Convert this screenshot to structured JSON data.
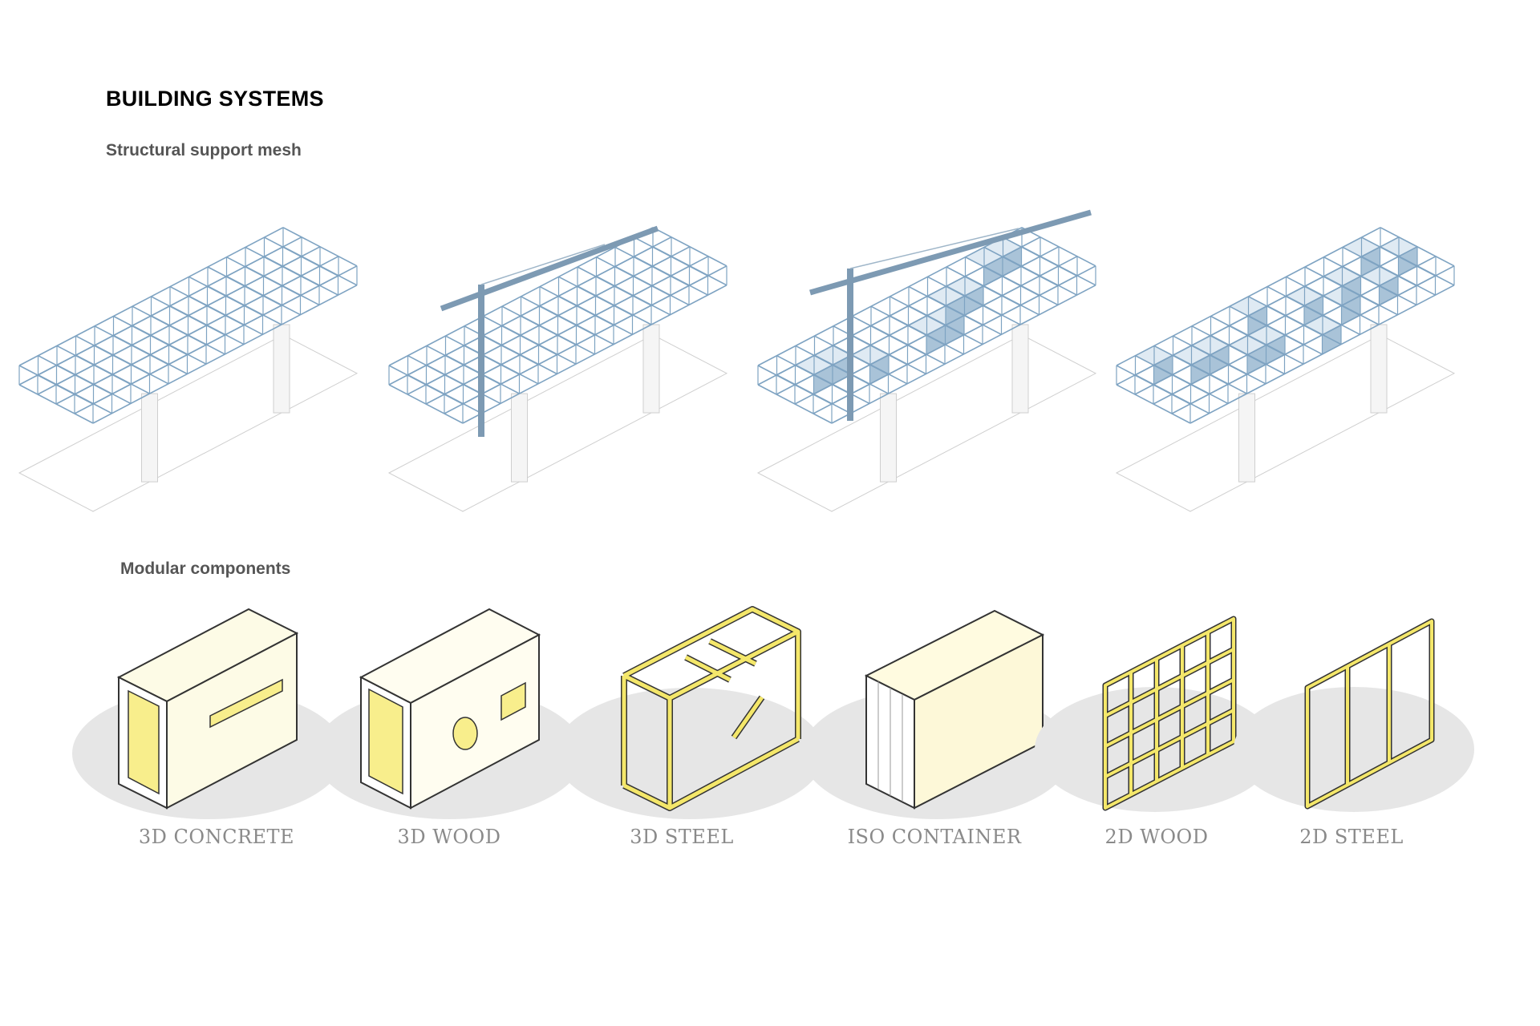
{
  "header": {
    "title": "BUILDING SYSTEMS",
    "section_mesh": "Structural support mesh",
    "section_modular": "Modular components"
  },
  "components": [
    {
      "label": "3D CONCRETE"
    },
    {
      "label": "3D WOOD"
    },
    {
      "label": "3D STEEL"
    },
    {
      "label": "ISO CONTAINER"
    },
    {
      "label": "2D WOOD"
    },
    {
      "label": "2D STEEL"
    }
  ],
  "colors": {
    "mesh": "#7ea3c2",
    "module_fill": "#b9cfe0",
    "yellow": "#f6ef9a",
    "frame_yellow": "#f2e56a",
    "shadow": "#e4e4e4",
    "label": "#8a8a8a"
  }
}
